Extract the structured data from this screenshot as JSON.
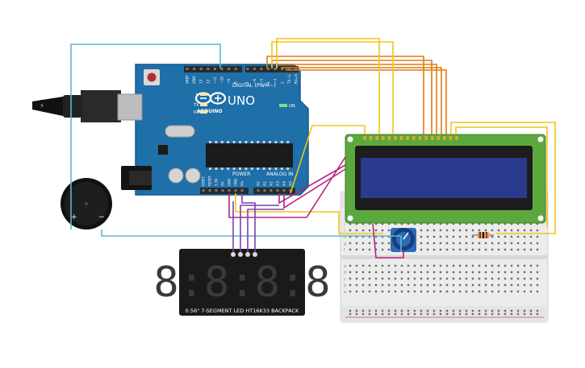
{
  "colors": {
    "board": "#1f6fa8",
    "board_edge": "#155a8c",
    "header": "#2b2b2b",
    "wire_orange": "#e07b12",
    "wire_yellow": "#f2c418",
    "wire_magenta": "#b8237f",
    "wire_purple": "#7b3fb0",
    "wire_cyan": "#5fb7c7",
    "lcd_pcb": "#5ba83f",
    "lcd_screen": "#2a3a8c",
    "breadboard": "#eeeeee",
    "seg_bg": "#1a1a1a"
  },
  "arduino": {
    "brand": "ARDUINO",
    "model": "UNO",
    "digital_label": "DIGITAL (PWM~)",
    "analog_label": "ANALOG IN",
    "power_label": "POWER",
    "on_label": "ON",
    "tx_label": "TX",
    "rx_label": "RX",
    "l_label": "L",
    "digital_pins": [
      "AREF",
      "GND",
      "13",
      "12",
      "~11",
      "~10",
      "~9",
      "8",
      "7",
      "~6",
      "~5",
      "4",
      "~3",
      "2",
      "TX→1",
      "RX←0"
    ],
    "power_pins": [
      "IOREF",
      "RESET",
      "3.3V",
      "5V",
      "GND",
      "GND",
      "Vin"
    ],
    "analog_pins": [
      "A0",
      "A1",
      "A2",
      "A3",
      "A4",
      "A5"
    ]
  },
  "seven_segment": {
    "display_text": "8:8:8:8",
    "caption": "0.56\" 7-SEGMENT LED HT16K33 BACKPACK"
  },
  "buzzer": {
    "plus": "+",
    "minus": "−"
  },
  "breadboard": {
    "rows_top": [
      "j",
      "i",
      "h",
      "g",
      "f"
    ],
    "rows_bottom": [
      "e",
      "d",
      "c",
      "b",
      "a"
    ]
  }
}
